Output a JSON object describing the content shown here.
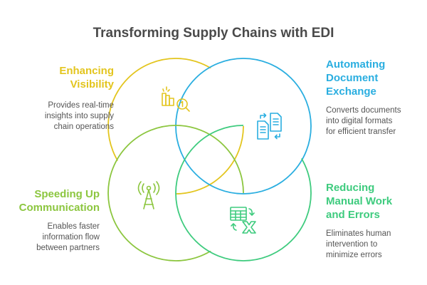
{
  "title": "Transforming Supply Chains with EDI",
  "colors": {
    "title": "#4a4a4a",
    "text": "#555555",
    "yellow": "#e3c51e",
    "blue": "#2aaee0",
    "green": "#8cc63f",
    "teal": "#3ecb7e"
  },
  "sections": [
    {
      "id": "visibility",
      "heading_lines": [
        "Enhancing",
        "Visibility"
      ],
      "description_lines": [
        "Provides real-time",
        "insights into supply",
        "chain operations"
      ],
      "icon": "chart-magnifier-icon",
      "color": "#e3c51e"
    },
    {
      "id": "document",
      "heading_lines": [
        "Automating",
        "Document",
        "Exchange"
      ],
      "description_lines": [
        "Converts documents",
        "into digital formats",
        "for efficient transfer"
      ],
      "icon": "document-exchange-icon",
      "color": "#2aaee0"
    },
    {
      "id": "communication",
      "heading_lines": [
        "Speeding Up",
        "Communication"
      ],
      "description_lines": [
        "Enables faster",
        "information flow",
        "between partners"
      ],
      "icon": "antenna-tower-icon",
      "color": "#8cc63f"
    },
    {
      "id": "manual",
      "heading_lines": [
        "Reducing",
        "Manual Work",
        "and Errors"
      ],
      "description_lines": [
        "Eliminates human",
        "intervention to",
        "minimize errors"
      ],
      "icon": "spreadsheet-excel-icon",
      "color": "#3ecb7e"
    }
  ]
}
